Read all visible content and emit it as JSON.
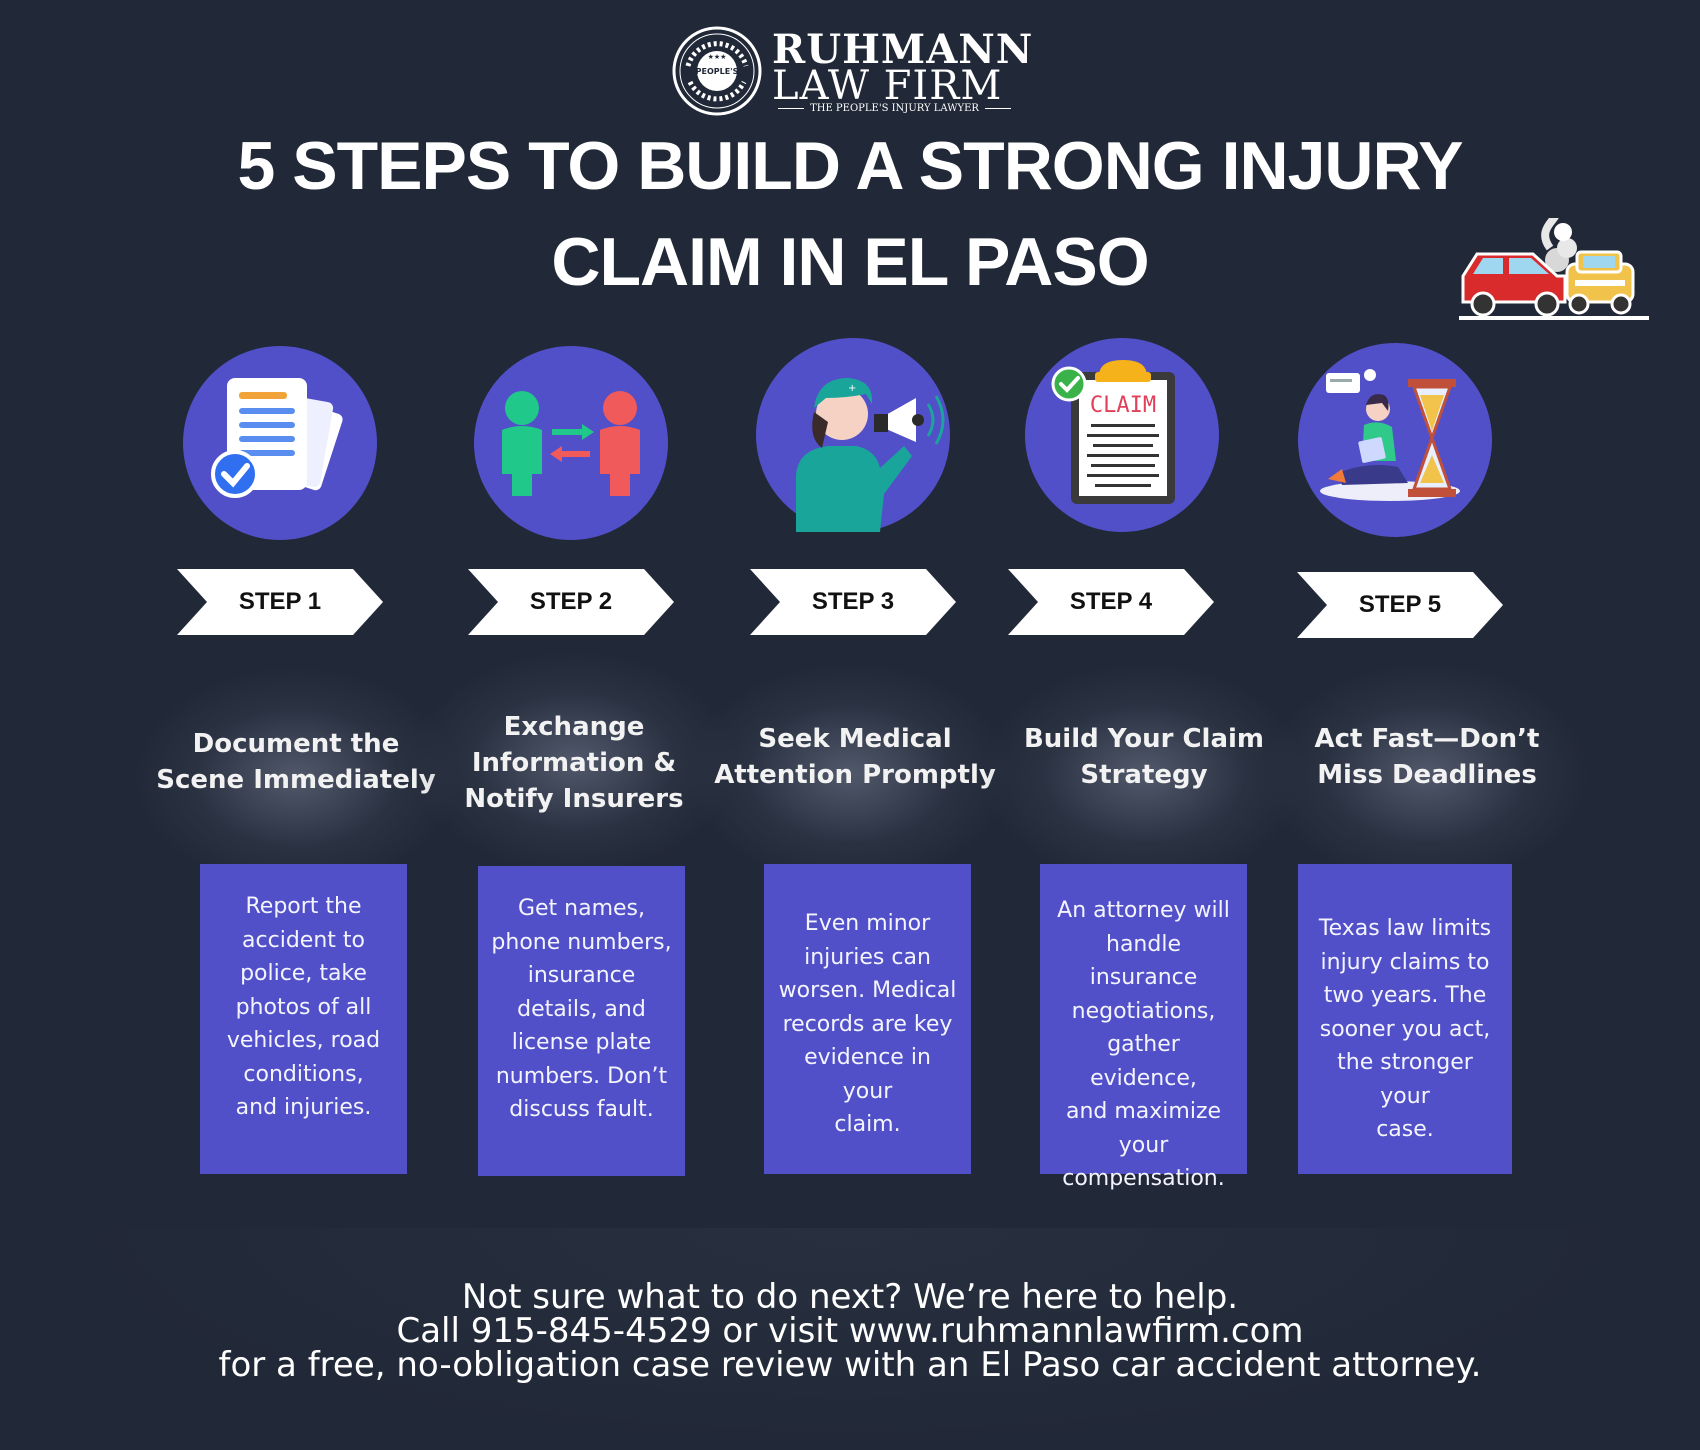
{
  "brand": {
    "name_line1": "RUHMANN",
    "name_line2": "LAW FIRM",
    "tagline": "THE PEOPLE'S INJURY LAWYER",
    "seal_center": "PEOPLE'S"
  },
  "title": {
    "line1": "5 STEPS TO BUILD A STRONG INJURY",
    "line2": "CLAIM IN EL PASO"
  },
  "steps": [
    {
      "label": "STEP 1",
      "icon": "documents-check-icon",
      "heading_lines": [
        "Document the",
        "Scene Immediately"
      ],
      "body_lines": [
        "Report the",
        "accident to",
        "police, take",
        "photos of all",
        "vehicles, road",
        "conditions,",
        "and injuries."
      ]
    },
    {
      "label": "STEP 2",
      "icon": "people-exchange-icon",
      "heading_lines": [
        "Exchange",
        "Information &",
        "Notify Insurers"
      ],
      "body_lines": [
        "Get names,",
        "phone numbers,",
        "insurance",
        "details, and",
        "license plate",
        "numbers. Don’t",
        "discuss fault."
      ]
    },
    {
      "label": "STEP 3",
      "icon": "nurse-megaphone-icon",
      "heading_lines": [
        "Seek Medical",
        "Attention Promptly"
      ],
      "body_lines": [
        "Even minor",
        "injuries can",
        "worsen. Medical",
        "records are key",
        "evidence in your",
        "claim."
      ]
    },
    {
      "label": "STEP 4",
      "icon": "claim-clipboard-icon",
      "clipboard_text": "CLAIM",
      "heading_lines": [
        "Build Your Claim",
        "Strategy"
      ],
      "body_lines": [
        "An attorney will",
        "handle insurance",
        "negotiations,",
        "gather evidence,",
        "and maximize",
        "your",
        "compensation."
      ]
    },
    {
      "label": "STEP 5",
      "icon": "hourglass-person-icon",
      "heading_lines": [
        "Act Fast—Don’t",
        "Miss Deadlines"
      ],
      "body_lines": [
        "Texas law limits",
        "injury claims to",
        "two years. The",
        "sooner you act,",
        "the stronger your",
        "case."
      ]
    }
  ],
  "footer": {
    "line1": "Not sure what to do next? We’re here to help.",
    "line2": "Call 915-845-4529 or visit www.ruhmannlawfirm.com",
    "line3": "for a free, no-obligation case review with an El Paso car accident attorney."
  },
  "colors": {
    "background": "#212837",
    "accent_purple": "#5150c8",
    "chevron": "#ffffff"
  }
}
